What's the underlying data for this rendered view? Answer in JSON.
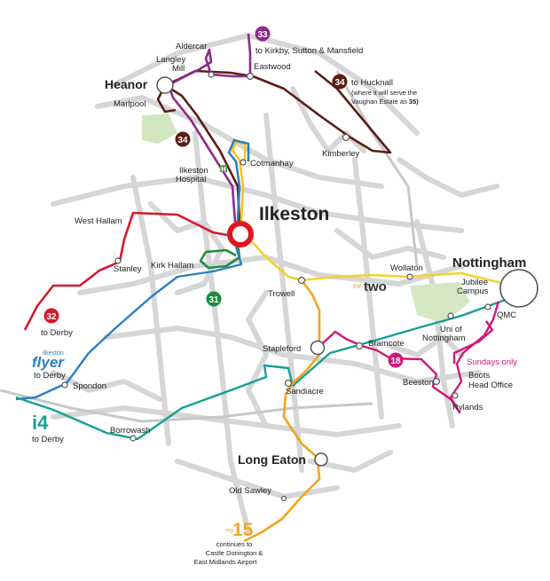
{
  "places": {
    "aldercar": "Aldercar",
    "langley": "Langley",
    "mill": "Mill",
    "eastwood": "Eastwood",
    "heanor": "Heanor",
    "marlpool": "Marlpool",
    "kimberley": "Kimberley",
    "ilkeston_hospital_1": "Ilkeston",
    "ilkeston_hospital_2": "Hospital",
    "cotmanhay": "Cotmanhay",
    "ilkeston": "Ilkeston",
    "west_hallam": "West Hallam",
    "stanley": "Stanley",
    "kirk_hallam": "Kirk Hallam",
    "trowell": "Trowell",
    "wollaton": "Wollaton",
    "nottingham": "Nottingham",
    "jubilee_1": "Jubilee",
    "jubilee_2": "Campus",
    "qmc": "QMC",
    "uni_1": "Uni of",
    "uni_2": "Nottingham",
    "stapleford": "Stapleford",
    "bramcote": "Bramcote",
    "sandiacre": "Sandiacre",
    "beeston": "Beeston",
    "boots_1": "Boots",
    "boots_2": "Head Office",
    "rylands": "Rylands",
    "spondon": "Spondon",
    "borrowash": "Borrowash",
    "long_eaton": "Long Eaton",
    "old_sawley": "Old Sawley"
  },
  "routes": {
    "r33": {
      "number": "33",
      "color": "#8e2a8c",
      "note": "to Kirkby, Sutton & Mansfield"
    },
    "r34": {
      "number": "34",
      "color": "#5a1e14",
      "note": "to Hucknall",
      "note2": "(where it will serve the",
      "note3": "Vaughan Estate as",
      "note3_bold": "35)"
    },
    "r34b": {
      "number": "34"
    },
    "r32": {
      "number": "32",
      "color": "#d7192c",
      "note": "to Derby"
    },
    "r31": {
      "number": "31",
      "color": "#1e8c3c"
    },
    "r18": {
      "number": "18",
      "color": "#d2177a"
    },
    "sundays": "Sundays only",
    "flyer": {
      "small": "ilkeston",
      "big": "flyer",
      "note": "to Derby",
      "color": "#2d7fc1"
    },
    "i4": {
      "big": "i4",
      "note": "to Derby",
      "color": "#16a096"
    },
    "two": {
      "small": "the",
      "big": "two",
      "color": "#f5d12a"
    },
    "r15": {
      "small": "my",
      "big": "15",
      "color": "#f3a51d",
      "note1": "continues to",
      "note2": "Castle Donington &",
      "note3": "East Midlands Airport"
    },
    "cotmanhay_color": "#f5c518",
    "ilkeston_hub_color": "#e1151e"
  }
}
